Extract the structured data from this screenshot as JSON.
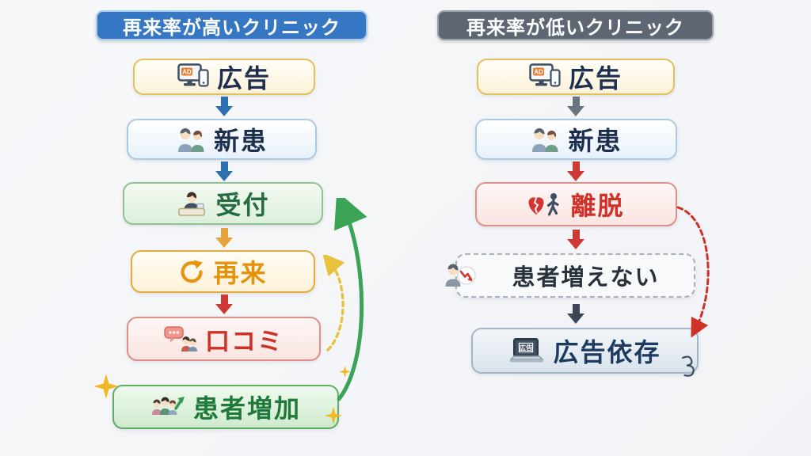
{
  "left": {
    "title": "再来率が高いクリニック",
    "title_bg": "#3577c2",
    "steps": [
      {
        "label": "広告",
        "icon": "ad-monitor-icon",
        "style": "yellow"
      },
      {
        "label": "新患",
        "icon": "new-patients-icon",
        "style": "blue"
      },
      {
        "label": "受付",
        "icon": "receptionist-icon",
        "style": "green"
      },
      {
        "label": "再来",
        "icon": "refresh-icon",
        "style": "orange"
      },
      {
        "label": "口コミ",
        "icon": "word-of-mouth-icon",
        "style": "pink"
      },
      {
        "label": "患者増加",
        "icon": "patient-growth-icon",
        "style": "biggreen"
      }
    ],
    "loop_arrows": [
      {
        "name": "green-feedback-arrow",
        "style": "solid",
        "color": "#3aa356"
      },
      {
        "name": "yellow-feedback-arrow",
        "style": "dashed",
        "color": "#e8c23c"
      }
    ]
  },
  "right": {
    "title": "再来率が低いクリニック",
    "title_bg": "#5d6672",
    "steps": [
      {
        "label": "広告",
        "icon": "ad-monitor-icon",
        "style": "yellow"
      },
      {
        "label": "新患",
        "icon": "new-patients-icon",
        "style": "blue"
      },
      {
        "label": "離脱",
        "icon": "broken-heart-icon",
        "style": "pink"
      },
      {
        "label": "患者増えない",
        "icon": "no-growth-icon",
        "style": "dashgray"
      },
      {
        "label": "広告依存",
        "icon": "laptop-ad-icon",
        "style": "bluegray"
      }
    ],
    "loop_arrows": [
      {
        "name": "red-dependence-arrow",
        "style": "dashed",
        "color": "#cf3129"
      }
    ]
  },
  "icons": {
    "ad_badge": "AD",
    "laptop_screen_text": "広告"
  },
  "colors": {
    "blue_arrow": "#2e6fb0",
    "orange_arrow": "#e8a23c",
    "red_arrow": "#cc3a33",
    "gray_arrow": "#6a7582",
    "dark_arrow": "#3c4654",
    "green_loop": "#3aa356",
    "yellow_loop": "#e8c23c",
    "red_loop": "#cf3129",
    "sparkle": "#f2b824"
  }
}
